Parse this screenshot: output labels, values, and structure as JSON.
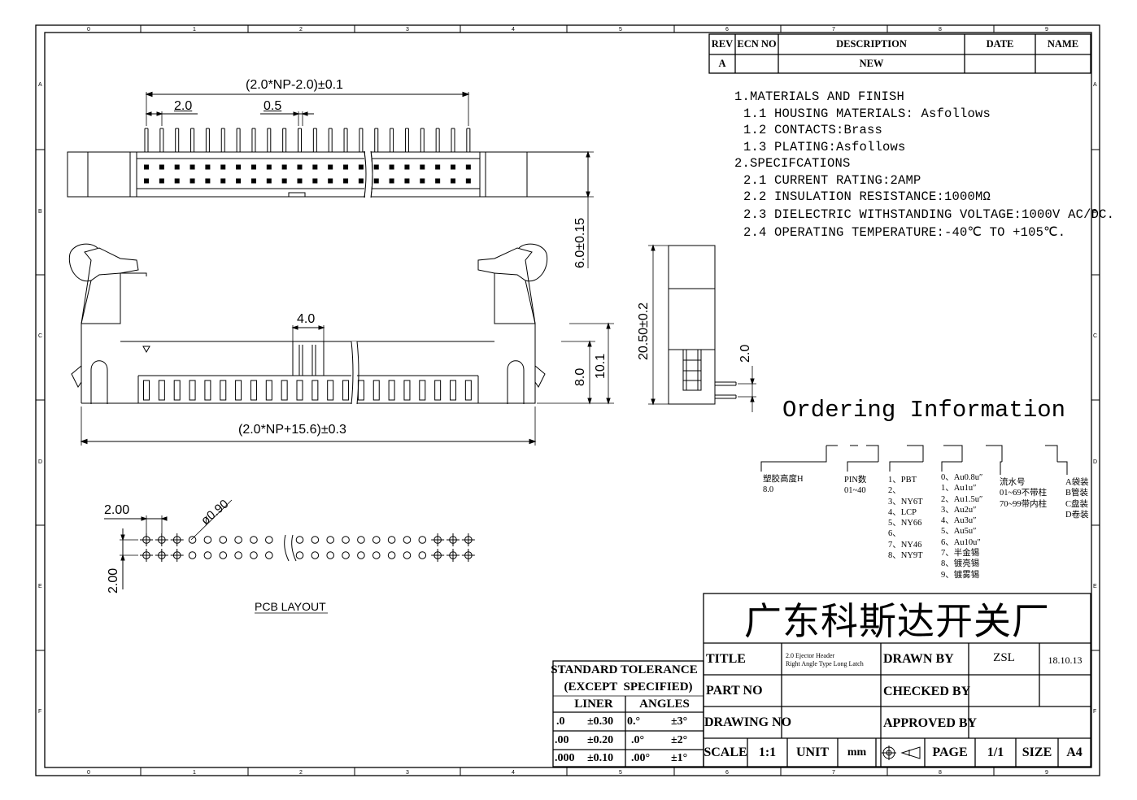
{
  "frame": {
    "col_numbers": [
      "0",
      "1",
      "2",
      "3",
      "4",
      "5",
      "6",
      "7",
      "8",
      "9"
    ],
    "row_letters": [
      "A",
      "B",
      "C",
      "D",
      "E",
      "F"
    ]
  },
  "revision_table": {
    "headers": [
      "REV",
      "ECN NO",
      "DESCRIPTION",
      "DATE",
      "NAME"
    ],
    "row": {
      "rev": "A",
      "ecn": "",
      "description": "NEW",
      "date": "",
      "name": ""
    }
  },
  "specs": [
    "1.MATERIALS AND FINISH",
    "1.1 HOUSING MATERIALS: Asfollows",
    "1.2 CONTACTS:Brass",
    "1.3 PLATING:Asfollows",
    "2.SPECIFCATIONS",
    "2.1 CURRENT RATING:2AMP",
    "2.2 INSULATION RESISTANCE:1000MΩ",
    "2.3 DIELECTRIC WITHSTANDING VOLTAGE:1000V AC/DC.",
    "2.4 OPERATING TEMPERATURE:-40℃ TO +105℃."
  ],
  "dimensions": {
    "top_overall": "(2.0*NP-2.0)±0.1",
    "pitch": "2.0",
    "pin_width": "0.5",
    "side_height": "6.0±0.15",
    "latch_width": "4.0",
    "front_overall": "(2.0*NP+15.6)±0.3",
    "front_h1": "8.0",
    "front_h2": "10.1",
    "side_total": "20.50±0.2",
    "side_pitch": "2.0",
    "pcb_pitch_x": "2.00",
    "pcb_pitch_y": "2.00",
    "pcb_hole": "ø0.90",
    "pcb_label": "PCB LAYOUT"
  },
  "ordering": {
    "title": "Ordering Information",
    "groups": [
      {
        "lines": [
          "塑胶高度H",
          "8.0"
        ]
      },
      {
        "lines": [
          "PIN数",
          "01~40"
        ]
      },
      {
        "lines": [
          "1、PBT",
          "2、",
          "3、NY6T",
          "4、LCP",
          "5、NY66",
          "6、",
          "7、NY46",
          "8、NY9T"
        ]
      },
      {
        "lines": [
          "0、Au0.8u″",
          "1、Au1u″",
          "2、Au1.5u″",
          "3、Au2u″",
          "4、Au3u″",
          "5、Au5u″",
          "6、Au10u″",
          "7、半金锡",
          "8、镀亮锡",
          "9、镀雾锡"
        ]
      },
      {
        "lines": [
          "流水号",
          "01~69不带柱",
          "70~99带内柱"
        ]
      },
      {
        "lines": [
          "A袋装",
          "B管装",
          "C盘装",
          "D卷装"
        ]
      }
    ]
  },
  "tolerance": {
    "title": "STANDARD TOLERANCE",
    "subtitle": "(EXCEPT  SPECIFIED)",
    "liner_header": "LINER",
    "angles_header": "ANGLES",
    "rows": [
      {
        "liner_key": ".0",
        "liner_val": "±0.30",
        "angle_key": "0.°",
        "angle_val": "±3°"
      },
      {
        "liner_key": ".00",
        "liner_val": "±0.20",
        "angle_key": ".0°",
        "angle_val": "±2°"
      },
      {
        "liner_key": ".000",
        "liner_val": "±0.10",
        "angle_key": ".00°",
        "angle_val": "±1°"
      }
    ]
  },
  "title_block": {
    "company": "广东科斯达开关厂",
    "title_label": "TITLE",
    "title_value_1": "2.0 Ejector Header",
    "title_value_2": "Right Angle Type Long Latch",
    "drawn_by_label": "DRAWN BY",
    "drawn_by": "ZSL",
    "date": "18.10.13",
    "part_no_label": "PART NO",
    "checked_by_label": "CHECKED BY",
    "drawing_no_label": "DRAWING NO",
    "approved_by_label": "APPROVED BY",
    "scale_label": "SCALE",
    "scale": "1:1",
    "unit_label": "UNIT",
    "unit": "mm",
    "page_label": "PAGE",
    "page": "1/1",
    "size_label": "SIZE",
    "size": "A4"
  }
}
